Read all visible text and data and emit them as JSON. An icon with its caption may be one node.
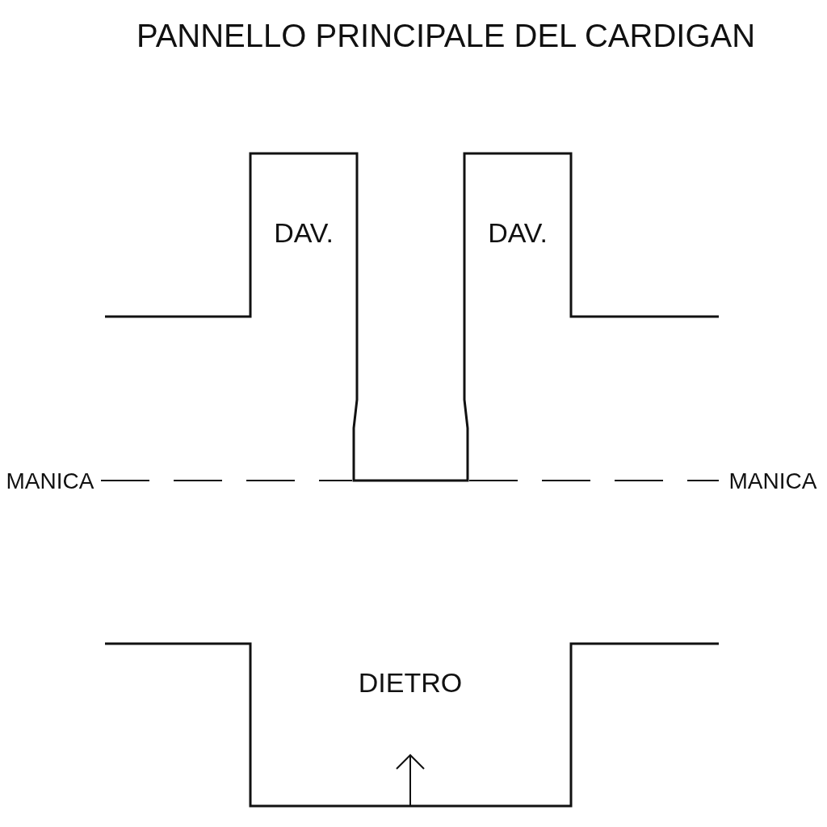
{
  "diagram": {
    "title": "PANNELLO PRINCIPALE DEL CARDIGAN",
    "labels": [
      "DAV.",
      "DAV.",
      "MANICA",
      "MANICA",
      "DIETRO"
    ]
  }
}
